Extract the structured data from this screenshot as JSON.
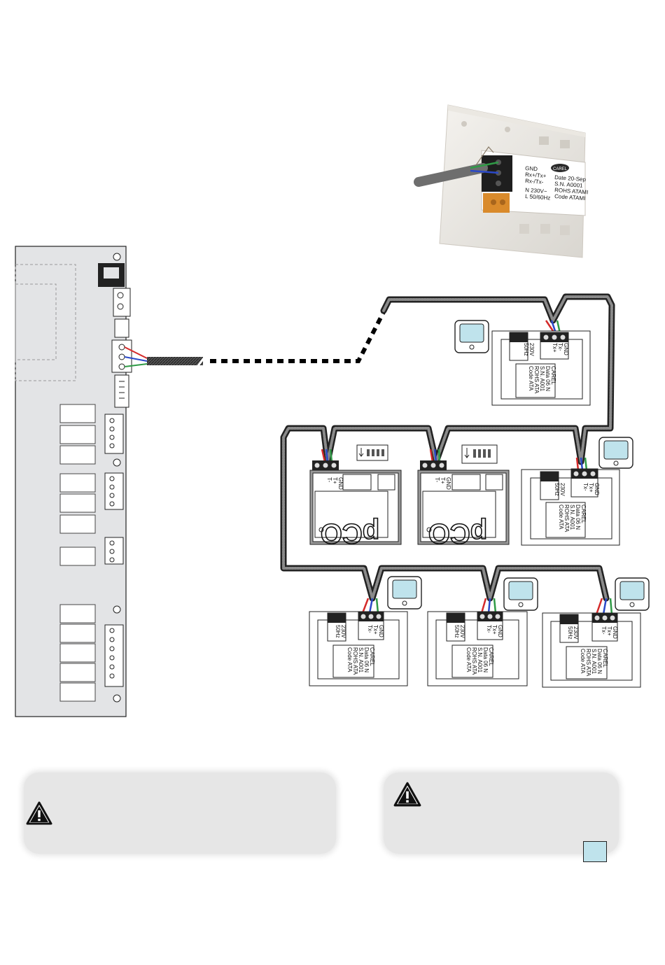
{
  "terminal_labels": {
    "tx_plus": "Tx+",
    "tx_minus": "Tx-",
    "gnd": "GND",
    "v230": "230V",
    "hz50": "50Hz"
  },
  "device_label_lines": [
    "CAREL",
    "Data 06 N",
    "S.N. A001",
    "ROHS ATA",
    "Code ATA"
  ],
  "pco_logo": "pCO",
  "pco_terminals": [
    "GND",
    "T+",
    "T-"
  ],
  "photo_labels": {
    "gnd": "GND",
    "rx_tx_plus": "Rx+/Tx+",
    "rx_tx_minus": "Rx-/Tx-",
    "n230": "N 230V~",
    "l5060": "L 50/60Hz",
    "brand": "CAREL",
    "lines": [
      "Date 20-Sep",
      "S.N. A0001",
      "ROHS ATAMI",
      "Code ATAMI"
    ]
  },
  "colors": {
    "wire_red": "#d42a2a",
    "wire_green": "#2f9a46",
    "wire_blue": "#2a48c8",
    "thermostat_screen": "#bfe3ec",
    "warning_box": "#e6e6e6",
    "controller_board": "#e3e4e6"
  },
  "icons": [
    "warning-icon",
    "thermostat-icon",
    "note-square-icon"
  ]
}
